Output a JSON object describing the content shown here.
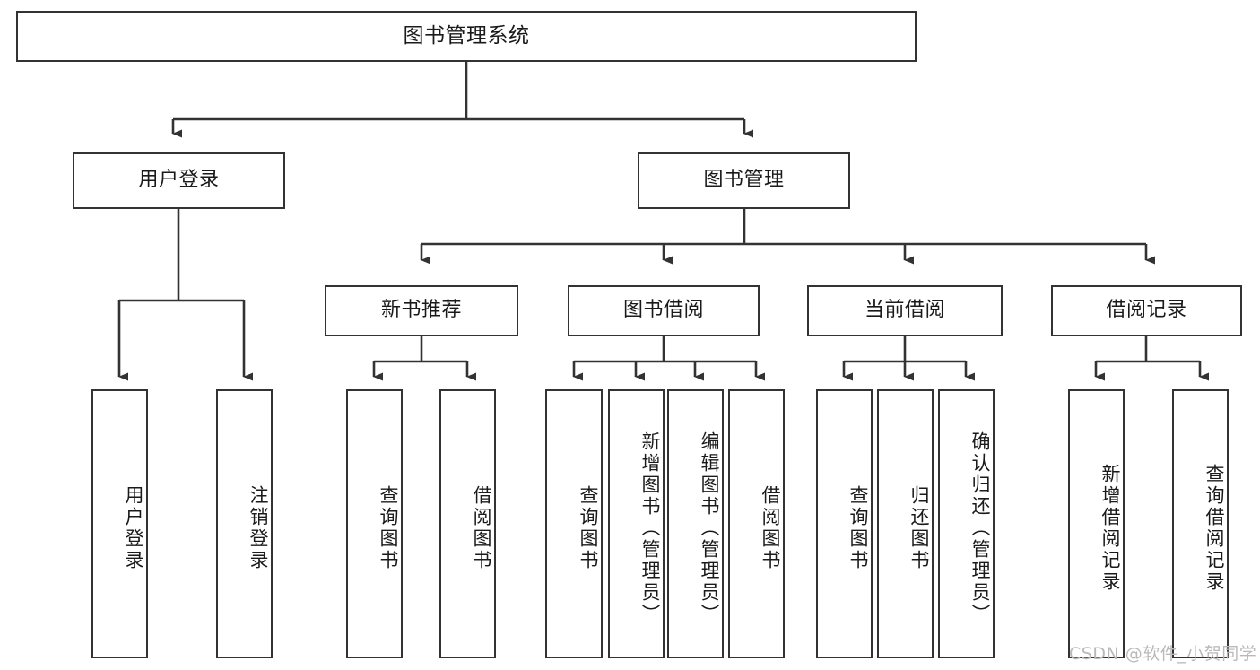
{
  "diagram": {
    "title": "图书管理系统",
    "type": "tree-hierarchy",
    "background_color": "#ffffff",
    "box_border_color": "#333333",
    "text_color": "#1a1a1a"
  },
  "root": {
    "label": "图书管理系统"
  },
  "level2": [
    {
      "label": "用户登录"
    },
    {
      "label": "图书管理"
    }
  ],
  "level3": [
    {
      "label": "新书推荐"
    },
    {
      "label": "图书借阅"
    },
    {
      "label": "当前借阅"
    },
    {
      "label": "借阅记录"
    }
  ],
  "leaves": {
    "user_login": [
      {
        "label": "用户登录"
      },
      {
        "label": "注销登录"
      }
    ],
    "new_book_recommend": [
      {
        "label": "查询图书"
      },
      {
        "label": "借阅图书"
      }
    ],
    "book_borrow": [
      {
        "label": "查询图书"
      },
      {
        "label": "新增图书（管理员）"
      },
      {
        "label": "编辑图书（管理员）"
      },
      {
        "label": "借阅图书"
      }
    ],
    "current_borrow": [
      {
        "label": "查询图书"
      },
      {
        "label": "归还图书"
      },
      {
        "label": "确认归还（管理员）"
      }
    ],
    "borrow_record": [
      {
        "label": "新增借阅记录"
      },
      {
        "label": "查询借阅记录"
      }
    ]
  },
  "watermark": {
    "text": "CSDN @软件_小贺同学",
    "color": "#b9b9b9"
  }
}
